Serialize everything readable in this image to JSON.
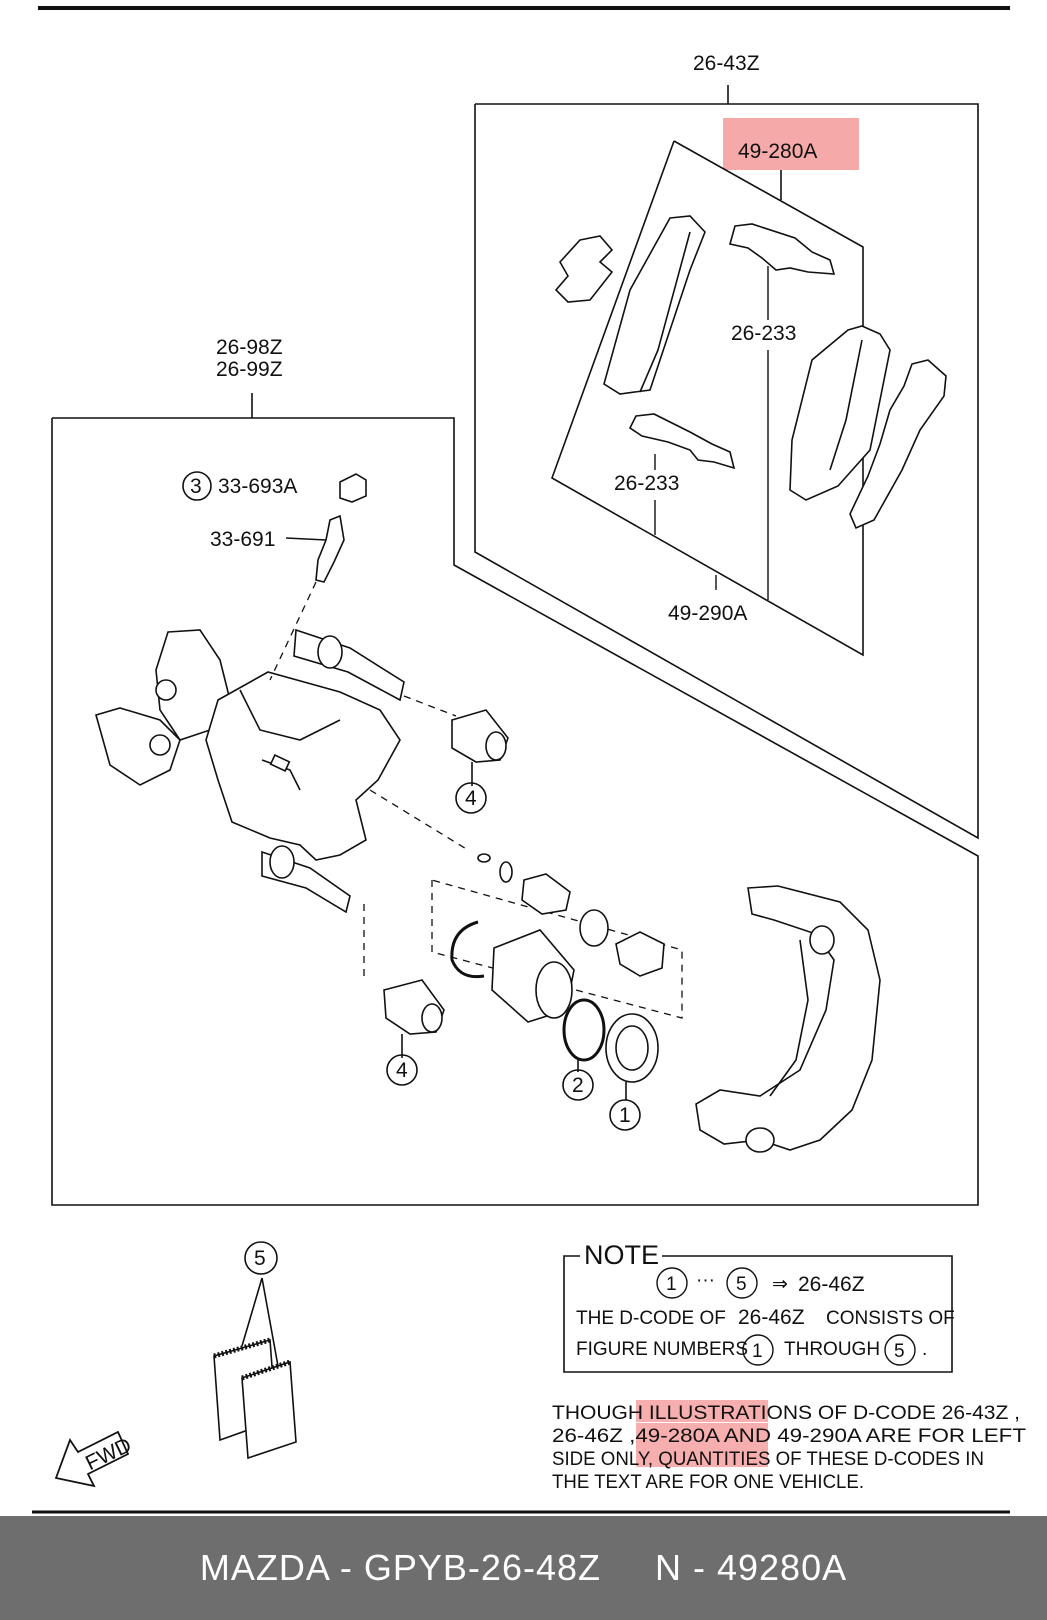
{
  "labels": {
    "assy_pad_set": "26-43Z",
    "pad_set": "49-280A",
    "shim_upper": "26-233",
    "shim_lower": "26-233",
    "pad_kit": "49-290A",
    "caliper_l": "26-98Z",
    "caliper_r": "26-99Z",
    "bleeder_cap": "33-693A",
    "bleeder_cap_num": "3",
    "bleeder_screw": "33-691",
    "boot_upper_num": "4",
    "boot_lower_num": "4",
    "seal_num": "2",
    "piston_seal_num": "1",
    "grease_num": "5",
    "fwd": "FWD"
  },
  "note": {
    "title": "NOTE",
    "range_start": "1",
    "range_dots": "···",
    "range_end": "5",
    "arrow": "⇒",
    "range_code": "26-46Z",
    "line2_a": "THE D-CODE OF",
    "line2_code": "26-46Z",
    "line2_b": "CONSISTS OF",
    "line3_a": "FIGURE NUMBERS",
    "line3_n1": "1",
    "line3_b": "THROUGH",
    "line3_n2": "5",
    "line3_end": "."
  },
  "disclaimer": {
    "line1": "THOUGH ILLUSTRATIONS OF D-CODE 26-43Z ,",
    "line2": "26-46Z ,49-280A AND 49-290A ARE FOR LEFT",
    "line3": "SIDE ONLY, QUANTITIES OF THESE D-CODES IN",
    "line4": "THE TEXT ARE FOR ONE VEHICLE."
  },
  "footer": {
    "left": "MAZDA - GPYB-26-48Z",
    "right": "N - 49280A"
  },
  "colors": {
    "highlight": "#f59a9a",
    "footer_bg": "#6e6e6e",
    "ink": "#111111"
  }
}
